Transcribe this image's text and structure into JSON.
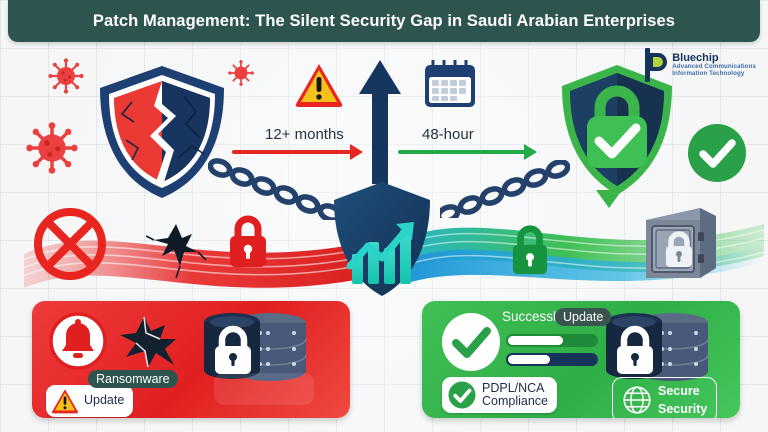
{
  "header": {
    "title": "Patch Management: The Silent Security Gap in Saudi Arabian Enterprises",
    "bg_color": "#2e5450",
    "text_color": "#ffffff"
  },
  "logo": {
    "name": "Bluechip",
    "tagline_line1": "Advanced Communications",
    "tagline_line2": "Information Technology",
    "mark_color": "#14345c",
    "accent_color": "#b4d23a"
  },
  "timeline": {
    "left_label": "12+ months",
    "left_arrow_color": "#e8251f",
    "right_label": "48-hour",
    "right_arrow_color": "#21a94a"
  },
  "icons": {
    "broken_shield": "broken-shield-icon",
    "warning_triangle": "warning-triangle-icon",
    "up_arrow": "up-arrow-icon",
    "calendar": "calendar-icon",
    "secure_shield": "secure-shield-lock-icon",
    "check_circle": "green-check-circle-icon",
    "prohibition": "prohibition-x-icon",
    "red_lock": "red-padlock-icon",
    "green_lock": "green-padlock-icon",
    "safe": "safe-vault-icon",
    "chain": "chain-link-icon",
    "virus": "virus-icon",
    "growth_shield": "growth-chart-shield-icon",
    "database": "locked-database-icon",
    "bell": "alert-bell-icon",
    "globe": "globe-icon"
  },
  "risk_panel": {
    "accent_color": "#e02020",
    "badge_ransomware": "Ransomware",
    "chip_update": "Update",
    "alert_icon": "alert-bell-icon",
    "warning_icon": "warning-triangle-icon"
  },
  "secure_panel": {
    "accent_color": "#2fae47",
    "success_label": "Successl",
    "update_badge": "Update",
    "compliance_label_line1": "PDPL/NCA",
    "compliance_label_line2": "Compliance",
    "security_label_line1": "Secure",
    "security_label_line2": "Security",
    "progress_bars": [
      {
        "name": "patch-progress-green",
        "fill_percent": 62,
        "track_color": "#1f8a37",
        "fill_color": "#ffffff"
      },
      {
        "name": "patch-progress-navy",
        "fill_percent": 48,
        "track_color": "#14345c",
        "fill_color": "#ffffff"
      }
    ]
  },
  "palette": {
    "background": "#f5f6f7",
    "navy": "#14345c",
    "red": "#e02020",
    "green": "#2fae47",
    "teal": "#2e5450",
    "yellow": "#f5c11a"
  }
}
